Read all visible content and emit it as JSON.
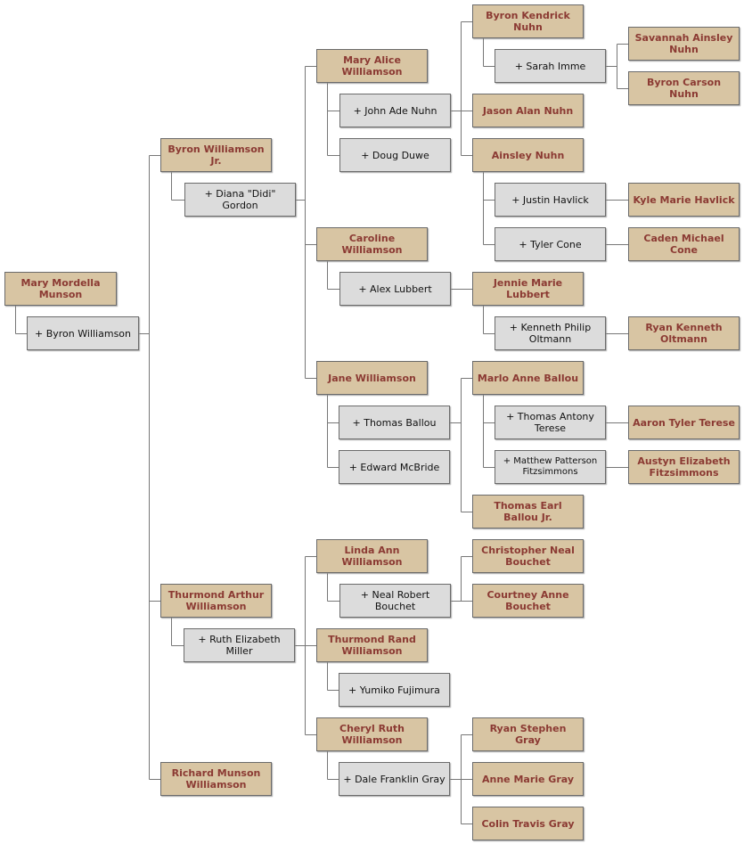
{
  "colors": {
    "person_fill": "#d8c5a3",
    "person_text": "#8b3a33",
    "spouse_fill": "#dcdcdc",
    "spouse_text": "#111111",
    "connector": "#777777"
  },
  "people": {
    "mary_mordella": "Mary Mordella Munson",
    "byron_williamson": "+ Byron Williamson",
    "byron_jr": "Byron Williamson Jr.",
    "diana_gordon": "+ Diana \"Didi\" Gordon",
    "mary_alice": "Mary Alice Williamson",
    "john_nuhn": "+ John Ade Nuhn",
    "doug_duwe": "+ Doug Duwe",
    "byron_kendrick": "Byron Kendrick Nuhn",
    "sarah_imme": "+ Sarah Imme",
    "savannah": "Savannah Ainsley Nuhn",
    "byron_carson": "Byron Carson Nuhn",
    "jason_nuhn": "Jason Alan Nuhn",
    "ainsley_nuhn": "Ainsley Nuhn",
    "justin_havlick": "+ Justin Havlick",
    "kyle_havlick": "Kyle Marie Havlick",
    "tyler_cone": "+ Tyler Cone",
    "caden_cone": "Caden Michael Cone",
    "caroline": "Caroline Williamson",
    "alex_lubbert": "+ Alex Lubbert",
    "jennie_lubbert": "Jennie Marie Lubbert",
    "kenneth_oltmann": "+ Kenneth Philip Oltmann",
    "ryan_oltmann": "Ryan Kenneth Oltmann",
    "jane_williamson": "Jane Williamson",
    "thomas_ballou": "+ Thomas Ballou",
    "edward_mcbride": "+ Edward McBride",
    "marlo_ballou": "Marlo Anne Ballou",
    "thomas_terese": "+ Thomas Antony Terese",
    "aaron_terese": "Aaron Tyler Terese",
    "matthew_fitzsimmons": "+ Matthew Patterson Fitzsimmons",
    "austyn_fitzsimmons": "Austyn Elizabeth Fitzsimmons",
    "thomas_earl": "Thomas Earl Ballou Jr.",
    "thurmond_arthur": "Thurmond Arthur Williamson",
    "ruth_miller": "+ Ruth Elizabeth Miller",
    "linda_ann": "Linda Ann Williamson",
    "neal_bouchet": "+ Neal Robert Bouchet",
    "christopher_bouchet": "Christopher Neal Bouchet",
    "courtney_bouchet": "Courtney Anne Bouchet",
    "thurmond_rand": "Thurmond Rand Williamson",
    "yumiko": "+ Yumiko Fujimura",
    "cheryl_ruth": "Cheryl Ruth Williamson",
    "dale_gray": "+ Dale Franklin Gray",
    "ryan_gray": "Ryan Stephen Gray",
    "anne_gray": "Anne Marie Gray",
    "colin_gray": "Colin Travis Gray",
    "richard_munson": "Richard Munson Williamson"
  }
}
